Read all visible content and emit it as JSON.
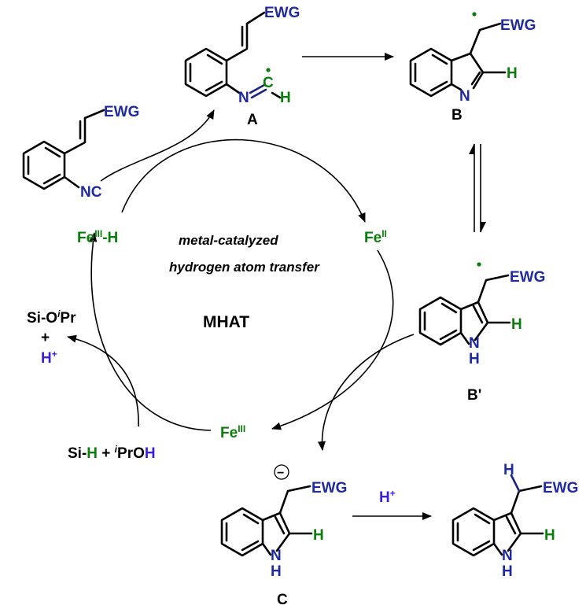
{
  "colors": {
    "bond": "#000000",
    "ewg_blue": "#1f2a9e",
    "nitrogen_blue": "#1f2a9e",
    "hydrogen_green": "#0a7d0a",
    "iron_green": "#0a7d0a",
    "proton_purple": "#3b1fd6"
  },
  "labels": {
    "ewg": "EWG",
    "nc": "NC",
    "n": "N",
    "c": "C",
    "h": "H",
    "compound_a": "A",
    "compound_b": "B",
    "compound_b_prime": "B'",
    "compound_c": "C",
    "nh_n": "N",
    "nh_h": "H",
    "minus": "−"
  },
  "catalysis": {
    "fe_hydride_fe": "Fe",
    "fe_hydride_ox": "III",
    "fe_hydride_h": "-H",
    "fe2_fe": "Fe",
    "fe2_ox": "II",
    "fe3_fe": "Fe",
    "fe3_ox": "III",
    "center_line1": "metal-catalyzed",
    "center_line2": "hydrogen atom transfer",
    "center_acronym": "MHAT"
  },
  "reagents": {
    "silane_si": "Si-",
    "silane_h": "H",
    "plus": " + ",
    "ipr_i": "i",
    "ipr_pro": "PrO",
    "ipr_h": "H",
    "byproduct_si": "Si-O",
    "byproduct_i": "i",
    "byproduct_pr": "Pr",
    "byproduct_plus": "+",
    "proton_h": "H",
    "proton_sup": "+",
    "step_proton_h": "H",
    "step_proton_sup": "+"
  }
}
